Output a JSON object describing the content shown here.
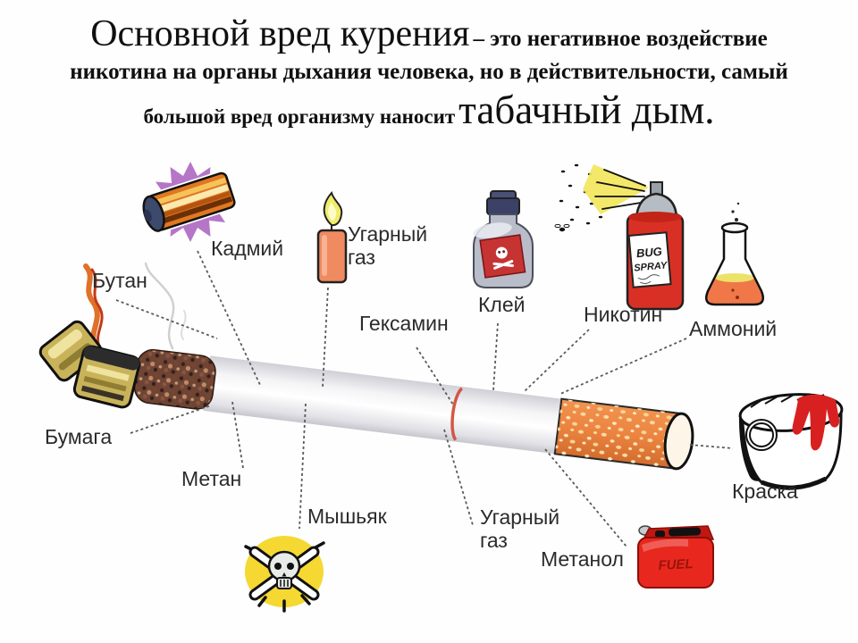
{
  "title": {
    "emphasis_main": "Основной вред курения",
    "rest_line1": "– это негативное воздействие",
    "line2": "никотина на органы дыхания человека, но в действительности, самый",
    "line3_prefix": "большой вред организму наносит",
    "emphasis_end": "табачный дым."
  },
  "substances": {
    "cadmium": "Кадмий",
    "carbon_monoxide_top": "Угарный газ",
    "glue": "Клей",
    "nicotine": "Никотин",
    "ammonium": "Аммоний",
    "butane": "Бутан",
    "hexamine": "Гексамин",
    "paper": "Бумага",
    "methane": "Метан",
    "arsenic": "Мышьяк",
    "carbon_monoxide_bottom": "Угарный газ",
    "methanol": "Метанол",
    "paint": "Краска"
  },
  "icon_texts": {
    "bug_spray_line1": "BUG",
    "bug_spray_line2": "SPRAY",
    "fuel": "FUEL"
  },
  "icons": {
    "battery-icon": "battery on purple starburst (cadmium)",
    "candle-icon": "burning candle (carbon monoxide)",
    "glue-bottle-icon": "glue bottle with skull label",
    "bug-spray-can-icon": "insecticide spray can (nicotine)",
    "flask-icon": "chemistry flask (ammonium)",
    "lighter-icon": "burning lighter (butane)",
    "skull-icon": "skull and crossbones (arsenic)",
    "paint-can-icon": "paint can (paint)",
    "fuel-can-icon": "fuel canister (methanol)",
    "cigarette-illustration": "cigarette with burning tip and orange filter"
  },
  "colors": {
    "background": "#ffffff",
    "title_text": "#101010",
    "label_text": "#2b2b2b",
    "connector": "#5a5a5a",
    "filter_orange": "#e8833f",
    "burnt_brown": "#6e4434",
    "spray_red": "#d93025",
    "starburst_purple": "#b676c8",
    "glow_yellow": "#f5d832",
    "paint_red": "#d92020",
    "fuel_red": "#e8281e"
  }
}
